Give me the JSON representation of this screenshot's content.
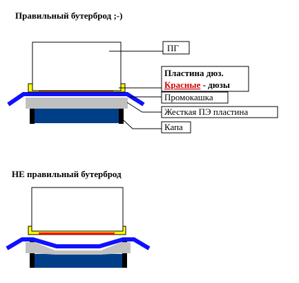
{
  "diagram_correct": {
    "title": "Правильный бутерброд ;-)",
    "labels": {
      "pg": "ПГ",
      "nozzle_plate_line1": "Пластина дюз.",
      "nozzles_red_word": "Красные",
      "nozzles_rest": " - дюзы",
      "blotter": "Промокашка",
      "rigid_pe_plate": "Жесткая ПЭ пластина",
      "cap": "Капа"
    }
  },
  "diagram_wrong": {
    "title": "НЕ правильный бутерброд"
  },
  "colors": {
    "blue_layer": "#1010ff",
    "yellow_plate": "#ffff00",
    "red_nozzles": "#ff0000",
    "grey_pe_plate": "#c0c0c0",
    "cap_fill": "#003f87",
    "cap_walls": "#000000",
    "label_text": "#000000",
    "red_text": "#cc0000"
  }
}
